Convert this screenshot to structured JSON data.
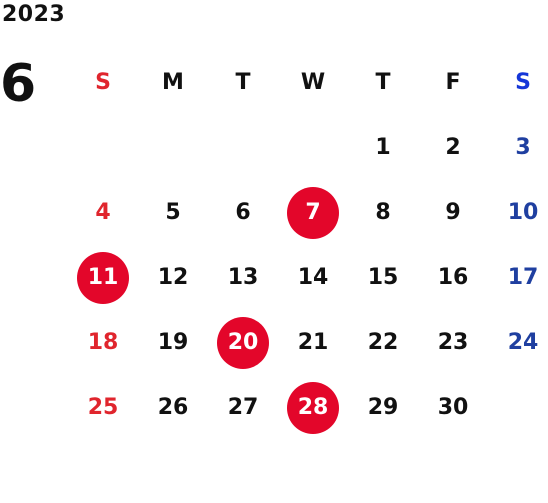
{
  "year": "2023",
  "month": "6",
  "weekdays": [
    "S",
    "M",
    "T",
    "W",
    "T",
    "F",
    "S"
  ],
  "days": [
    "",
    "",
    "",
    "",
    "1",
    "2",
    "3",
    "4",
    "5",
    "6",
    "7",
    "8",
    "9",
    "10",
    "11",
    "12",
    "13",
    "14",
    "15",
    "16",
    "17",
    "18",
    "19",
    "20",
    "21",
    "22",
    "23",
    "24",
    "25",
    "26",
    "27",
    "28",
    "29",
    "30",
    ""
  ],
  "highlighted_days": [
    "7",
    "11",
    "20",
    "28"
  ],
  "colors": {
    "sunday": "#e0252d",
    "saturday": "#1f3fa0",
    "highlight": "#e3062a"
  }
}
